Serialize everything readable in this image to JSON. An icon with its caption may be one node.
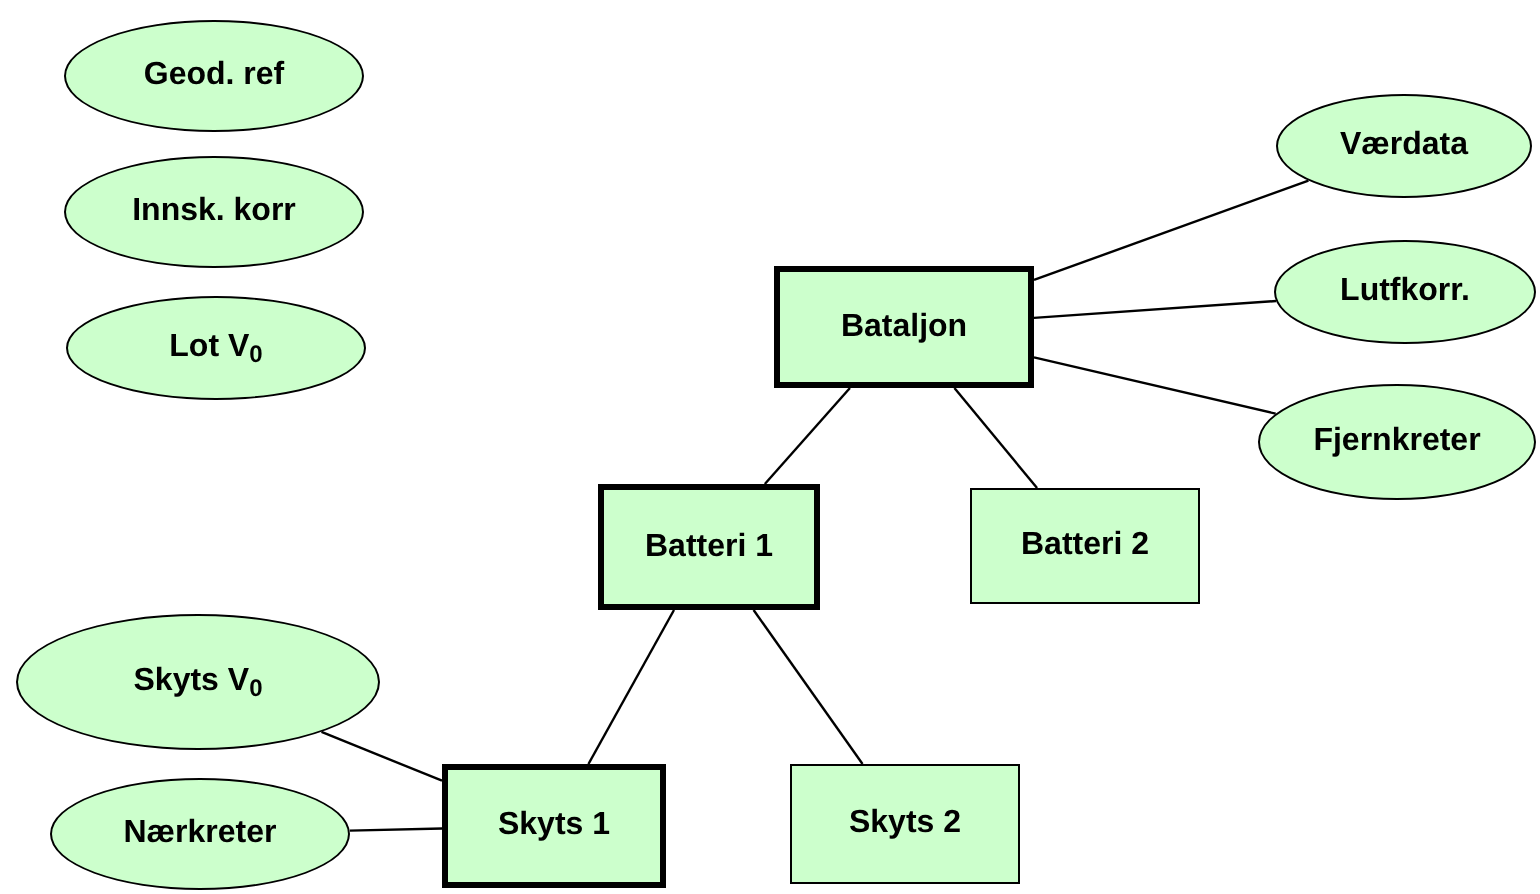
{
  "diagram": {
    "nodes": [
      {
        "text": [
          "Geod. ref"
        ]
      },
      {
        "text": [
          "Innsk. korr"
        ]
      },
      {
        "text": [
          "Lot V$_{0}$"
        ]
      },
      {
        "text": [
          "Bataljon"
        ]
      },
      {
        "text": [
          "Batteri 1"
        ]
      },
      {
        "text": [
          "Batteri 2"
        ]
      },
      {
        "text": [
          "Værdata"
        ]
      },
      {
        "text": [
          "Lutfkorr."
        ]
      },
      {
        "text": [
          "Fjernkreter"
        ]
      },
      {
        "text": [
          "Skyts V$_{0}$"
        ]
      },
      {
        "text": [
          "Nærkreter"
        ]
      },
      {
        "text": [
          "Skyts 1"
        ]
      },
      {
        "text": [
          "Skyts 2"
        ]
      }
    ],
    "edges": [
      {
        "from": 3,
        "to": 4,
        "arrow": "none"
      },
      {
        "from": 3,
        "to": 5,
        "arrow": "none"
      },
      {
        "from": 3,
        "to": 6,
        "arrow": "none"
      },
      {
        "from": 3,
        "to": 7,
        "arrow": "none"
      },
      {
        "from": 3,
        "to": 8,
        "arrow": "none"
      },
      {
        "from": 4,
        "to": 11,
        "arrow": "none"
      },
      {
        "from": 4,
        "to": 12,
        "arrow": "none"
      },
      {
        "from": 9,
        "to": 11,
        "arrow": "none"
      },
      {
        "from": 10,
        "to": 11,
        "arrow": "none"
      }
    ]
  }
}
